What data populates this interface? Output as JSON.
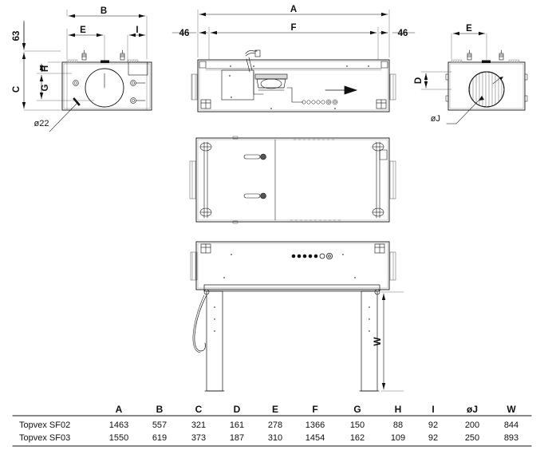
{
  "drawing": {
    "title": "Topvex SF dimensional drawing",
    "line_color": "#111111",
    "dim_color": "#111111",
    "hatch_color": "#888888",
    "views": [
      {
        "name": "left-end-view",
        "dimension_labels": [
          "63",
          "B",
          "E",
          "I",
          "C",
          "H",
          "G"
        ],
        "callouts": [
          "ø22"
        ]
      },
      {
        "name": "main-side-section-view",
        "dimension_labels": [
          "A",
          "F",
          "46",
          "46"
        ]
      },
      {
        "name": "top-plan-view",
        "dimension_labels": []
      },
      {
        "name": "bottom-front-view-with-stand",
        "dimension_labels": [
          "W"
        ]
      },
      {
        "name": "right-end-view",
        "dimension_labels": [
          "E",
          "D"
        ],
        "callouts": [
          "øJ"
        ]
      }
    ],
    "labels": {
      "dim_63": "63",
      "dim_B": "B",
      "dim_E": "E",
      "dim_I": "I",
      "dim_C": "C",
      "dim_H": "H",
      "dim_G": "G",
      "dim_A": "A",
      "dim_F": "F",
      "dim_46_left": "46",
      "dim_46_right": "46",
      "dim_D": "D",
      "dim_E_right": "E",
      "dim_W": "W",
      "callout_d22": "ø22",
      "callout_dJ": "øJ"
    }
  },
  "table": {
    "columns": [
      "",
      "A",
      "B",
      "C",
      "D",
      "E",
      "F",
      "G",
      "H",
      "I",
      "øJ",
      "W"
    ],
    "rows": [
      {
        "model": "Topvex SF02",
        "A": "1463",
        "B": "557",
        "C": "321",
        "D": "161",
        "E": "278",
        "F": "1366",
        "G": "150",
        "H": "88",
        "I": "92",
        "oJ": "200",
        "W": "844"
      },
      {
        "model": "Topvex SF03",
        "A": "1550",
        "B": "619",
        "C": "373",
        "D": "187",
        "E": "310",
        "F": "1454",
        "G": "162",
        "H": "109",
        "I": "92",
        "oJ": "250",
        "W": "893"
      }
    ],
    "header": {
      "c0": "",
      "c1": "A",
      "c2": "B",
      "c3": "C",
      "c4": "D",
      "c5": "E",
      "c6": "F",
      "c7": "G",
      "c8": "H",
      "c9": "I",
      "c10": "øJ",
      "c11": "W"
    }
  }
}
